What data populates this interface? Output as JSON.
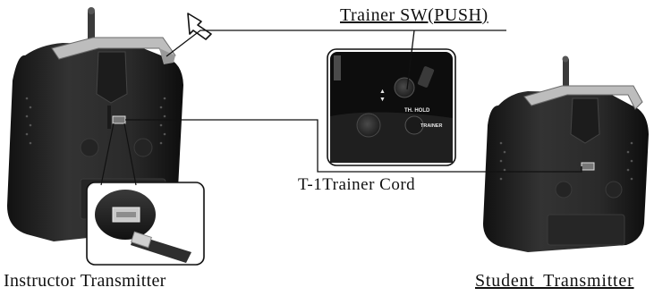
{
  "labels": {
    "trainer_switch": "Trainer SW(PUSH)",
    "trainer_cord": "T-1Trainer Cord",
    "instructor": "Instructor Transmitter",
    "student": "Student  Transmitter"
  },
  "photo_markings": {
    "hold_label": "TH. HOLD",
    "trainer_label": "TRAINER"
  },
  "colors": {
    "transmitter_body": "#2b2b2b",
    "transmitter_shadow": "#141414",
    "bracket_metal": "#c8c8c8",
    "background": "#ffffff"
  }
}
